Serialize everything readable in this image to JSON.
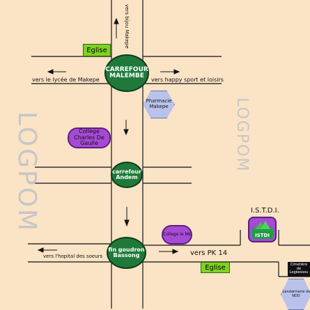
{
  "places": {
    "top_road": "vers bijou Makepe",
    "eglise_top": "Eglise",
    "carrefour_malembe": "CARREFOUR MALEMBE",
    "left_road": "vers le lycée de Makepe",
    "right_road": "vers happy sport et loisirs",
    "pharmacie": "Pharmacie Makepe",
    "college": "College Charles De Gaulle",
    "carrefour_andem": "carrefour Andem",
    "istdi": "I.S.T.D.I.",
    "istdi_logo": "ISTDI",
    "college_nk": "College le NK",
    "fin_goudron": "fin goudron Bassong",
    "hopital_road": "vers l'hopital des soeurs",
    "pk14_road": "vers PK 14",
    "eglise_bottom": "Eglise",
    "logpom_left": "LOGPOM",
    "logpom_right": "LOGPOM",
    "cimetiere": "Cimetière de Logbessou",
    "gendarmerie": "Gendarmerie de NDD"
  },
  "colors": {
    "background": "#fbe3c5",
    "node": "#1f7a3a",
    "purple": "#a64ad6",
    "green_tag": "#7ed321",
    "watermark": "#c6c6c6"
  }
}
